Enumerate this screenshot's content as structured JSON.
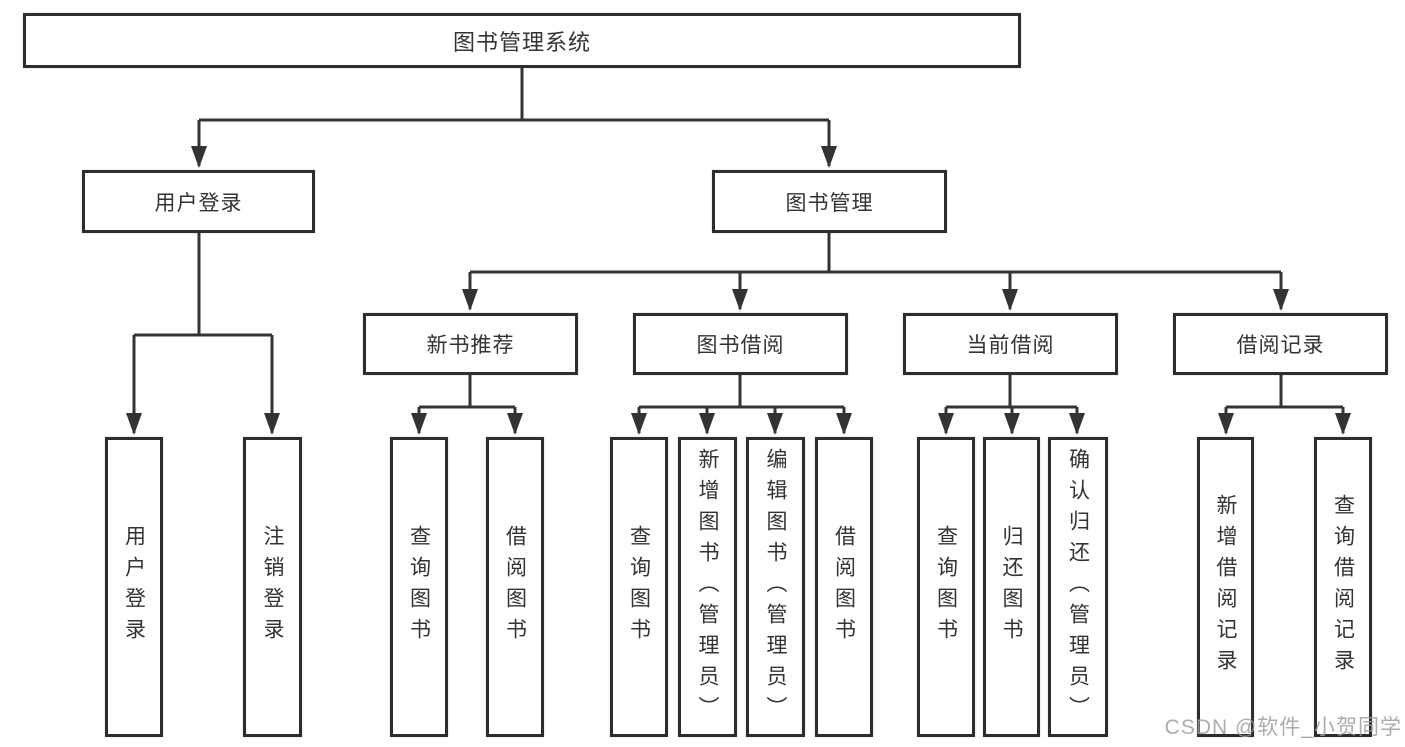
{
  "colors": {
    "line": "#333333",
    "border": "#2d2d2d",
    "bg": "#ffffff",
    "text": "#333333",
    "watermark": "#9e9e9e"
  },
  "tree": {
    "root": {
      "label": "图书管理系统"
    },
    "branches": [
      {
        "label": "用户登录",
        "children": [
          {
            "label": "用户登录"
          },
          {
            "label": "注销登录"
          }
        ]
      },
      {
        "label": "图书管理",
        "children": [
          {
            "label": "新书推荐",
            "children": [
              {
                "label": "查询图书"
              },
              {
                "label": "借阅图书"
              }
            ]
          },
          {
            "label": "图书借阅",
            "children": [
              {
                "label": "查询图书"
              },
              {
                "label": "新增图书（管理员）"
              },
              {
                "label": "编辑图书（管理员）"
              },
              {
                "label": "借阅图书"
              }
            ]
          },
          {
            "label": "当前借阅",
            "children": [
              {
                "label": "查询图书"
              },
              {
                "label": "归还图书"
              },
              {
                "label": "确认归还（管理员）"
              }
            ]
          },
          {
            "label": "借阅记录",
            "children": [
              {
                "label": "新增借阅记录"
              },
              {
                "label": "查询借阅记录"
              }
            ]
          }
        ]
      }
    ]
  },
  "watermark": {
    "text": "CSDN @软件_小贺同学"
  }
}
